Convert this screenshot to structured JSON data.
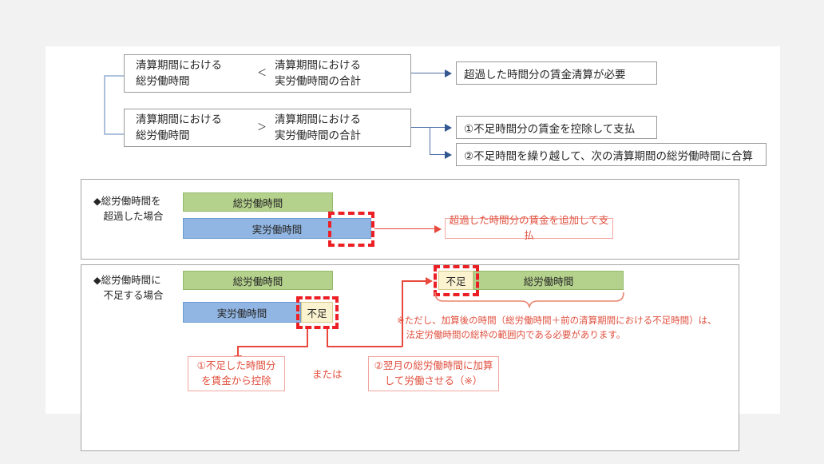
{
  "slide": {
    "background": "#ffffff",
    "page_background": "#f2f2f2"
  },
  "colors": {
    "total_hours_bar": "#b5d28d",
    "actual_hours_bar": "#92b6e3",
    "shortage_bar": "#fbf2d0",
    "highlight_dashed": "#ec2024",
    "annotation_red": "#e0503f",
    "connector_blue": "#4f6fa8",
    "box_border": "#9a9a9a"
  },
  "comparison": {
    "rows": [
      {
        "left": "清算期間における\n総労働時間",
        "operator": "<",
        "right": "清算期間における\n実労働時間の合計",
        "results": [
          "超過した時間分の賃金清算が必要"
        ]
      },
      {
        "left": "清算期間における\n総労働時間",
        "operator": ">",
        "right": "清算期間における\n実労働時間の合計",
        "results": [
          "①不足時間分の賃金を控除して支払",
          "②不足時間を繰り越して、次の清算期間の総労働時間に合算"
        ]
      }
    ]
  },
  "panel_over": {
    "caption": "◆総労働時間を\n　超過した場合",
    "bar_total_label": "総労働時間",
    "bar_actual_label": "実労働時間",
    "callout": "超過した時間分の賃金を追加して支払"
  },
  "panel_short": {
    "caption": "◆総労働時間に\n　不足する場合",
    "bar_total_label": "総労働時間",
    "bar_actual_label": "実労働時間",
    "shortage_label": "不足",
    "carry_shortage_label": "不足",
    "carry_total_label": "総労働時間",
    "note": "※ただし、加算後の時間（総労働時間＋前の清算期間における不足時間）は、\n　法定労働時間の総枠の範囲内である必要があります。",
    "option_or": "または",
    "option_1": "①不足した時間分\nを賃金から控除",
    "option_2": "②翌月の総労働時間に加算\nして労働させる（※）"
  }
}
